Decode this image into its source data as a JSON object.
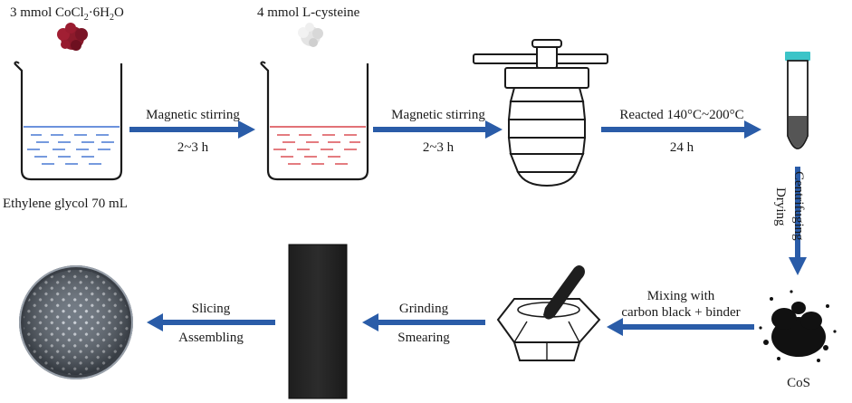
{
  "reagents": {
    "cocl2_prefix": "3 mmol CoCl",
    "cocl2_sub1": "2",
    "cocl2_mid": "·6H",
    "cocl2_sub2": "2",
    "cocl2_suffix": "O",
    "cysteine": "4 mmol L-cysteine",
    "solvent": "Ethylene glycol 70 mL"
  },
  "steps": {
    "step1": {
      "top": "Magnetic stirring",
      "bottom": "2~3 h"
    },
    "step2": {
      "top": "Magnetic stirring",
      "bottom": "2~3 h"
    },
    "step3": {
      "top": "Reacted 140°C~200°C",
      "bottom": "24 h"
    },
    "step4": {
      "left": "Drying",
      "right": "Centrifuging"
    },
    "step5": {
      "top": "Mixing with",
      "bottom": "carbon black + binder"
    },
    "step6": {
      "top": "Grinding",
      "bottom": "Smearing"
    },
    "step7": {
      "top": "Slicing",
      "bottom": "Assembling"
    }
  },
  "product": {
    "label": "CoS"
  },
  "colors": {
    "arrow": "#2a5ca8",
    "cocl2_powder": "#8b1a2b",
    "solution_blue": "#3b6fd0",
    "solution_red": "#d9434a",
    "tube_cap": "#3cc4c8"
  }
}
